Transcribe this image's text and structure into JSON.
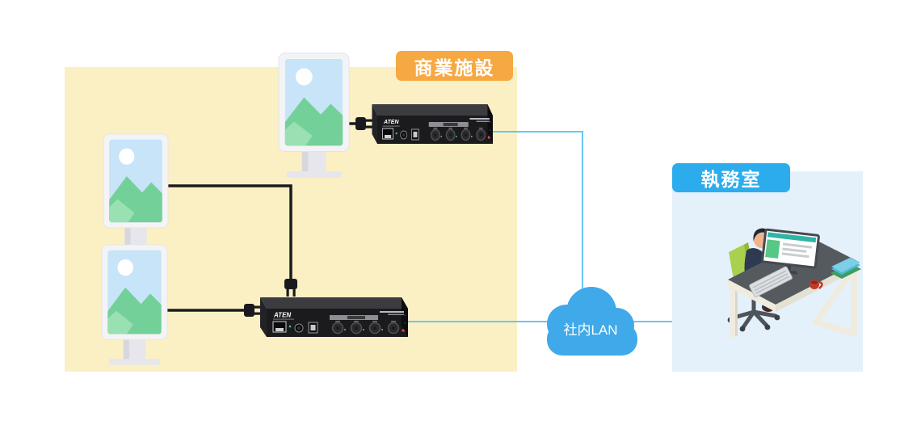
{
  "regions": {
    "facility": {
      "label": "商業施設",
      "accent_color": "#F6A843",
      "bg_color": "#FBF0C3"
    },
    "office": {
      "label": "執務室",
      "accent_color": "#2CACEC",
      "bg_color": "#E4F1FB"
    }
  },
  "network": {
    "cloud_label": "社内LAN",
    "cloud_color": "#3FA9E9",
    "lan_line_color": "#68C6F4",
    "cable_color": "#1A1A1E"
  },
  "devices": {
    "brand": "ATEN",
    "count": 2
  },
  "displays": {
    "count": 3
  }
}
